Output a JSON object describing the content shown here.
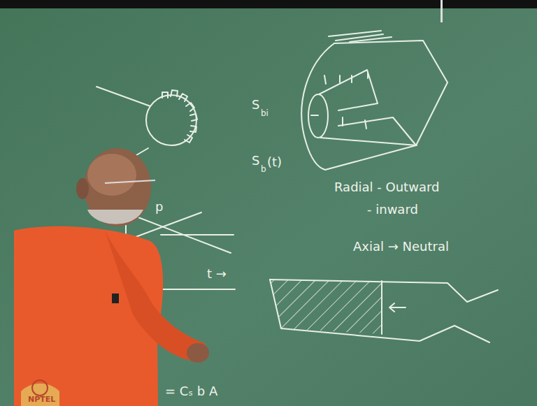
{
  "diagram": {
    "labels": [
      "Radial - Outward",
      "- inward",
      "Axial → Neutral",
      "S",
      "bi",
      "S",
      "b",
      "(t)",
      "t →",
      "p",
      "= Cₛ b A",
      "NPTEL"
    ]
  }
}
